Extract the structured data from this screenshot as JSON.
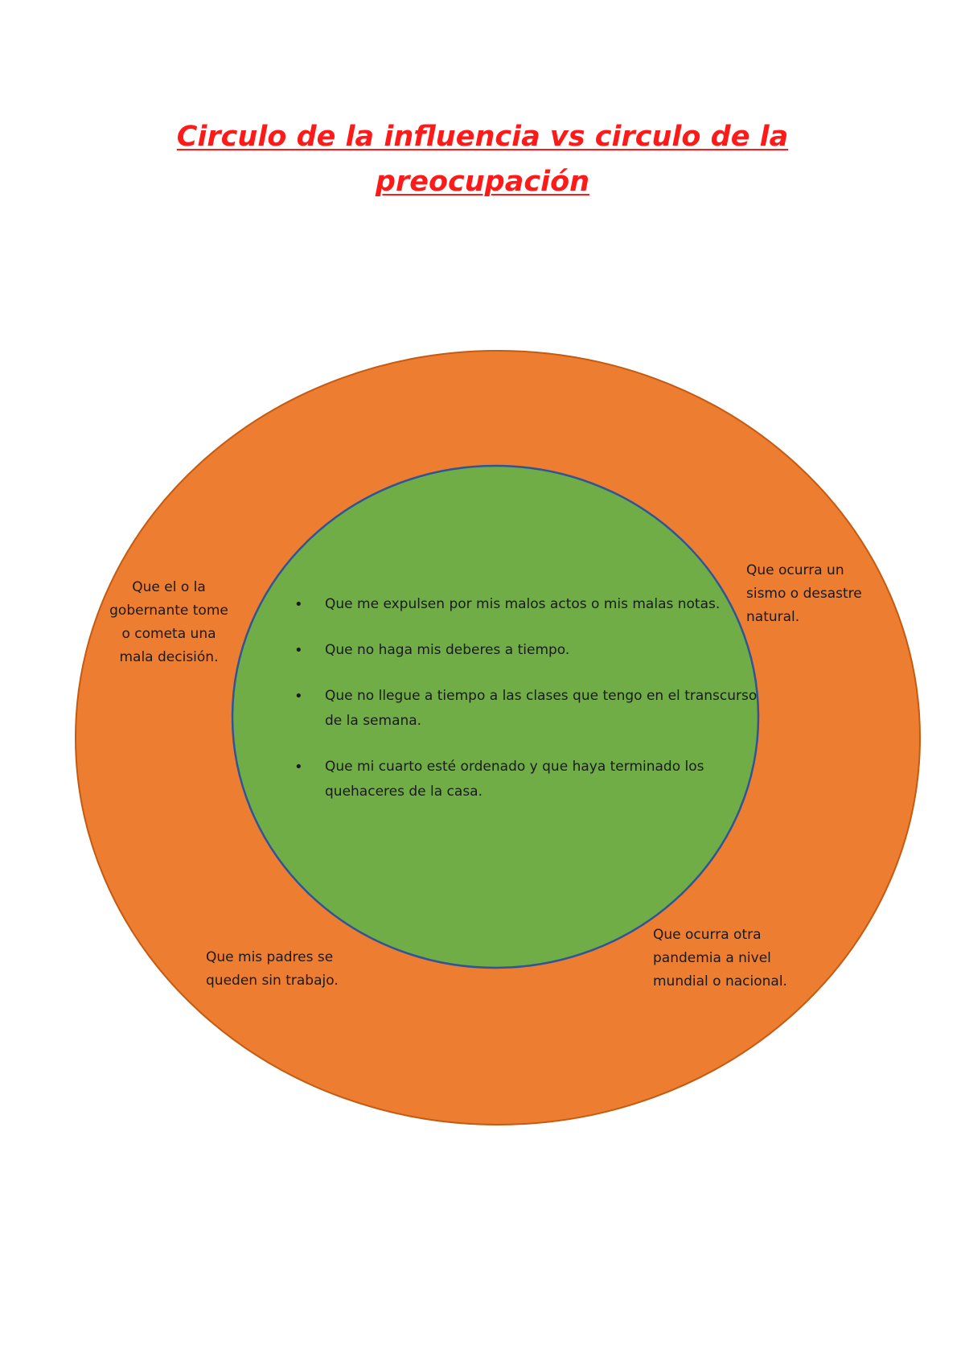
{
  "title": {
    "line1": "Circulo de la influencia vs circulo de la",
    "line2": "preocupación"
  },
  "colors": {
    "title": "#ff1a1a",
    "outer_circle_fill": "#ed7d31",
    "outer_circle_stroke": "#c55a11",
    "inner_circle_fill": "#70ad47",
    "inner_circle_stroke": "#2f5597"
  },
  "circle_of_concern": {
    "items": [
      {
        "lines": [
          "Que el o la",
          "gobernante tome",
          "o cometa una",
          "mala decisión."
        ]
      },
      {
        "lines": [
          "Que ocurra un",
          "sismo o desastre",
          "natural."
        ]
      },
      {
        "lines": [
          "Que mis padres se",
          "queden sin trabajo."
        ]
      },
      {
        "lines": [
          "Que ocurra otra",
          "pandemia a nivel",
          "mundial o nacional."
        ]
      }
    ]
  },
  "circle_of_influence": {
    "bullet": "•",
    "items": [
      "Que me expulsen por mis malos actos o mis malas notas.",
      "Que no haga mis deberes a tiempo.",
      "Que no llegue a tiempo a las clases que tengo en el transcurso de la semana.",
      "Que mi cuarto esté ordenado y que haya terminado los quehaceres de la casa."
    ]
  }
}
